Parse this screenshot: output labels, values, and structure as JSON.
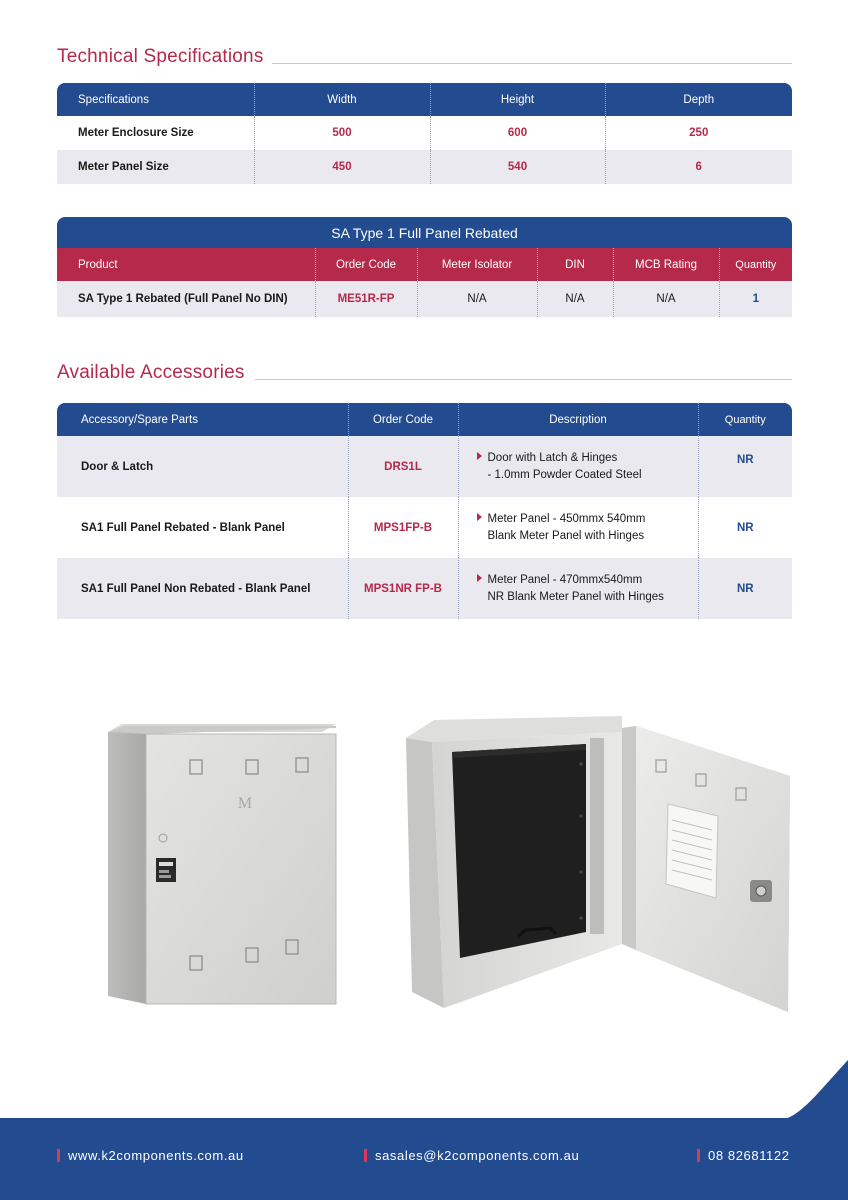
{
  "tech_specs": {
    "title": "Technical Specifications",
    "headers": [
      "Specifications",
      "Width",
      "Height",
      "Depth"
    ],
    "rows": [
      {
        "label": "Meter Enclosure Size",
        "width": "500",
        "height": "600",
        "depth": "250"
      },
      {
        "label": "Meter Panel Size",
        "width": "450",
        "height": "540",
        "depth": "6"
      }
    ]
  },
  "product_table": {
    "title": "SA Type 1 Full Panel Rebated",
    "headers": [
      "Product",
      "Order Code",
      "Meter Isolator",
      "DIN",
      "MCB Rating",
      "Quantity"
    ],
    "rows": [
      {
        "product": "SA Type 1 Rebated (Full Panel No DIN)",
        "order_code": "ME51R-FP",
        "meter_isolator": "N/A",
        "din": "N/A",
        "mcb_rating": "N/A",
        "quantity": "1"
      }
    ]
  },
  "accessories": {
    "title": "Available Accessories",
    "headers": [
      "Accessory/Spare Parts",
      "Order Code",
      "Description",
      "Quantity"
    ],
    "rows": [
      {
        "part": "Door & Latch",
        "order_code": "DRS1L",
        "desc_line1": "Door with Latch & Hinges",
        "desc_line2": "- 1.0mm Powder Coated Steel",
        "quantity": "NR"
      },
      {
        "part": "SA1 Full Panel Rebated - Blank Panel",
        "order_code": "MPS1FP-B",
        "desc_line1": "Meter Panel - 450mmx 540mm",
        "desc_line2": "Blank Meter Panel with Hinges",
        "quantity": "NR"
      },
      {
        "part": "SA1 Full Panel Non Rebated - Blank Panel",
        "order_code": "MPS1NR FP-B",
        "desc_line1": "Meter Panel - 470mmx540mm",
        "desc_line2": "NR Blank Meter Panel with Hinges",
        "quantity": "NR"
      }
    ]
  },
  "footer": {
    "website": "www.k2components.com.au",
    "email": "sasales@k2components.com.au",
    "phone": "08 82681122"
  },
  "colors": {
    "brand_blue": "#234b8f",
    "brand_red": "#b5294a"
  }
}
